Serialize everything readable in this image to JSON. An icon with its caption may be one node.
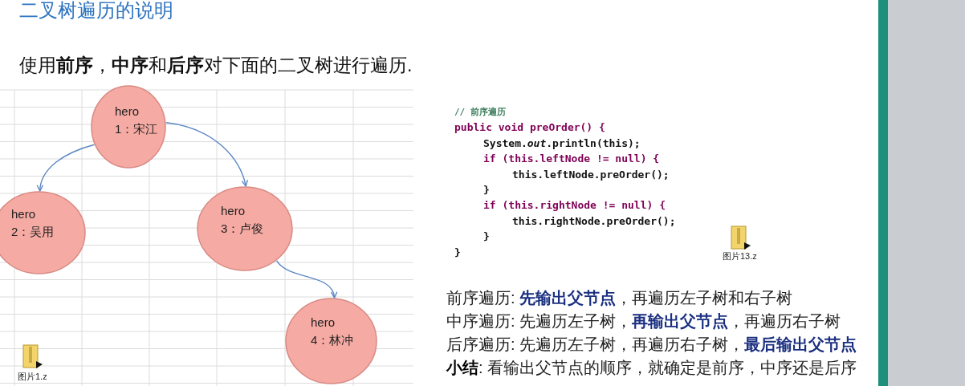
{
  "diagram": {
    "title": "二叉树遍历的说明",
    "nodes": [
      {
        "text": [
          "hero",
          "1：宋江"
        ]
      },
      {
        "text": [
          "hero",
          "2：吴用"
        ]
      },
      {
        "text": [
          "hero",
          "3：卢俊"
        ]
      },
      {
        "text": [
          "hero",
          "4：林冲"
        ]
      }
    ],
    "edges": [
      {
        "from": 0,
        "to": 1,
        "arrow": "to"
      },
      {
        "from": 0,
        "to": 2,
        "arrow": "to"
      },
      {
        "from": 2,
        "to": 3,
        "arrow": "to"
      }
    ],
    "labels": [
      "使用**前序**，**中序**和**后序**对下面的二叉树进行遍历.",
      "// 前序遍历",
      "public void preOrder() {",
      "System.*out*.println(this);",
      "if (this.leftNode != null) {",
      "this.leftNode.preOrder();",
      "}",
      "if (this.rightNode != null) {",
      "this.rightNode.preOrder();",
      "}",
      "}",
      "图片13.z",
      "图片1.z",
      "前序遍历: **先输出父节点**，再遍历左子树和右子树",
      "中序遍历: 先遍历左子树，**再输出父节点**，再遍历右子树",
      "后序遍历: 先遍历左子树，再遍历右子树，**最后输出父节点**",
      "**小结**: 看输出父节点的顺序，就确定是前序，中序还是后序"
    ]
  }
}
